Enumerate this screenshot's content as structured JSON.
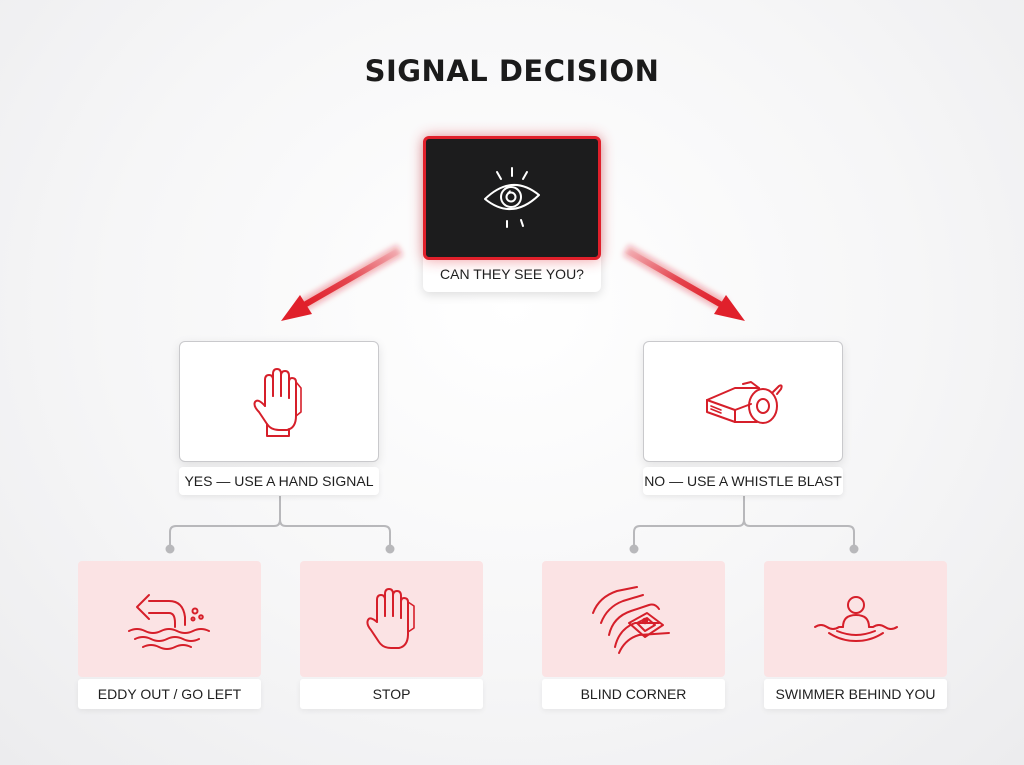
{
  "title": "SIGNAL DECISION",
  "colors": {
    "accent": "#e0202b",
    "root_tile": "#1c1c1d",
    "leaf_tile": "#fbe3e4",
    "connector": "#b8b8bb"
  },
  "root": {
    "label": "CAN THEY SEE YOU?",
    "icon": "eye-icon"
  },
  "branches": [
    {
      "label": "YES — USE A HAND SIGNAL",
      "icon": "raised-hand-icon",
      "leaves": [
        {
          "label": "EDDY OUT / GO LEFT",
          "icon": "eddy-out-arrow-icon"
        },
        {
          "label": "STOP",
          "icon": "stop-hand-icon"
        }
      ]
    },
    {
      "label": "NO — USE A WHISTLE BLAST",
      "icon": "whistle-icon",
      "leaves": [
        {
          "label": "BLIND CORNER",
          "icon": "blind-corner-boat-icon"
        },
        {
          "label": "SWIMMER BEHIND YOU",
          "icon": "swimmer-icon"
        }
      ]
    }
  ]
}
